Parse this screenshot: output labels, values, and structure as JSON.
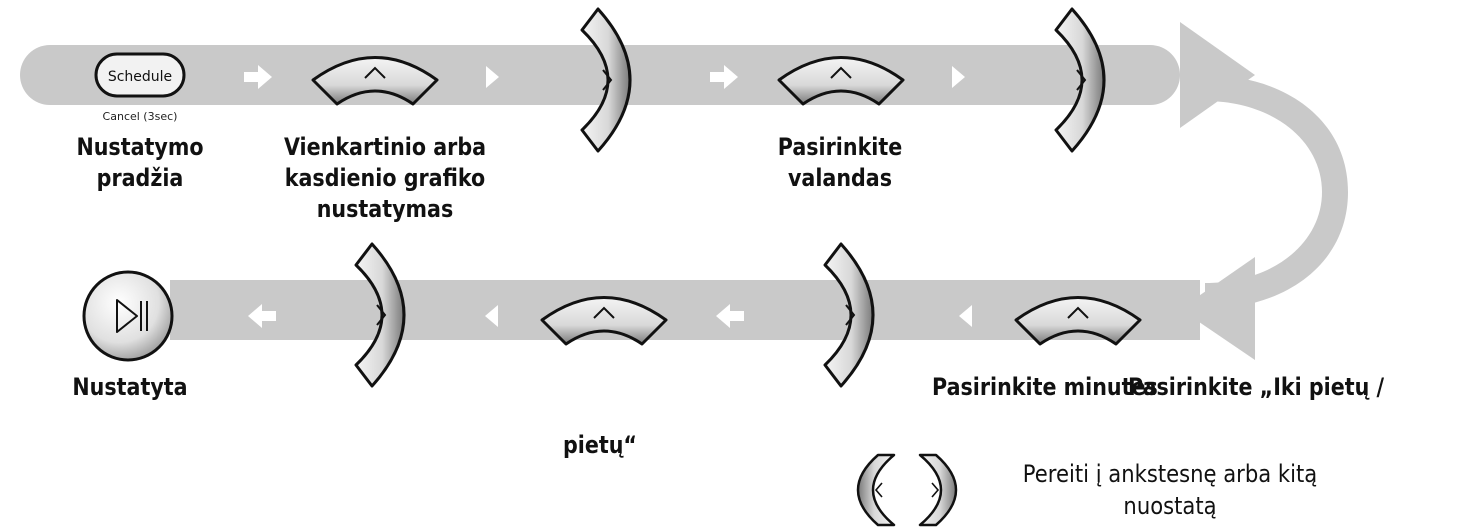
{
  "colors": {
    "track": "#c9c9c9",
    "button_light": "#f4f4f4",
    "button_dark": "#7a7a7a",
    "outline": "#111111",
    "arrow_fill": "#ffffff",
    "text": "#111111"
  },
  "buttons": {
    "schedule": {
      "label": "Schedule",
      "sublabel": "Cancel (3sec)"
    },
    "play_pause_icon": "play-pause-icon",
    "up_icon": "chevron-up-icon",
    "right_icon": "chevron-right-icon",
    "left_icon": "chevron-left-icon"
  },
  "steps": {
    "start": [
      "Nustatymo",
      "pradžia"
    ],
    "type": [
      "Vienkartinio arba",
      "kasdienio grafiko",
      "nustatymas"
    ],
    "hours": [
      "Pasirinkite",
      "valandas"
    ],
    "minutes": "Pasirinkite minutes",
    "ampm_part1": "Pasirinkite „Iki pietų /",
    "ampm_part2": "pietų“",
    "done": "Nustatyta"
  },
  "legend": {
    "text": [
      "Pereiti į ankstesnę arba kitą",
      "nuostatą"
    ]
  }
}
